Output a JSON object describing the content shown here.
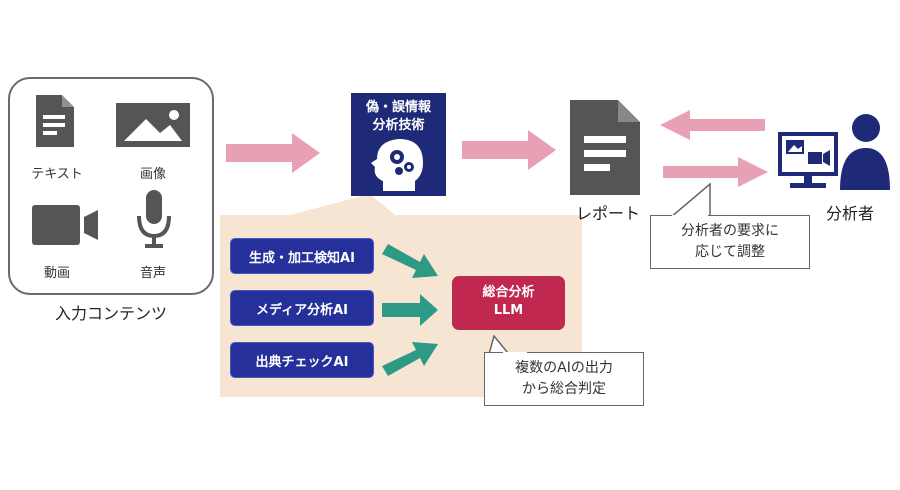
{
  "input_contents": {
    "title": "入力コンテンツ",
    "items": [
      {
        "label": "テキスト",
        "icon": "document-icon"
      },
      {
        "label": "画像",
        "icon": "image-icon"
      },
      {
        "label": "動画",
        "icon": "video-camera-icon"
      },
      {
        "label": "音声",
        "icon": "microphone-icon"
      }
    ]
  },
  "technology": {
    "title_line1": "偽・誤情報",
    "title_line2": "分析技術",
    "icon": "head-gears-icon"
  },
  "ai_modules": [
    {
      "label": "生成・加工検知AI"
    },
    {
      "label": "メディア分析AI"
    },
    {
      "label": "出典チェックAI"
    }
  ],
  "llm": {
    "line1": "総合分析",
    "line2": "LLM"
  },
  "llm_callout": {
    "line1": "複数のAIの出力",
    "line2": "から総合判定"
  },
  "report": {
    "label": "レポート",
    "icon": "document-icon"
  },
  "analyst": {
    "label": "分析者",
    "icon": "analyst-at-monitor-icon"
  },
  "analyst_callout": {
    "line1": "分析者の要求に",
    "line2": "応じて調整"
  },
  "colors": {
    "flow_arrow": "#e8a0b4",
    "ai_arrow": "#2e9a86",
    "navy": "#1e2a78",
    "ai_blue": "#26309a",
    "llm_red": "#c1284f",
    "panel_bg": "#f7e5d4",
    "icon_gray": "#555555"
  }
}
